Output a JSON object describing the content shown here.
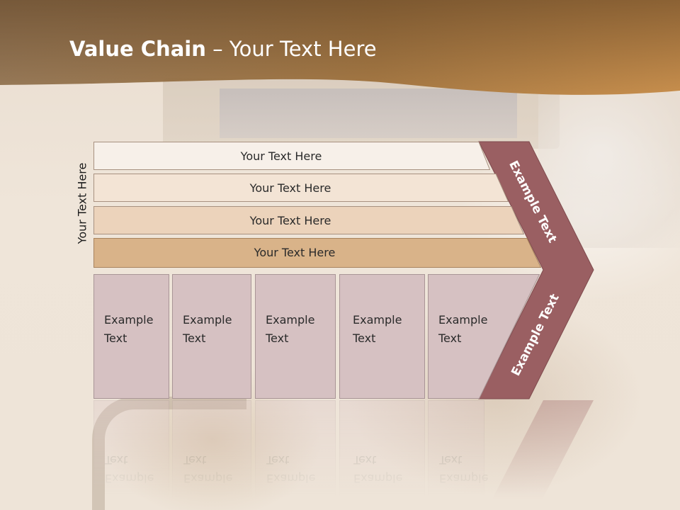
{
  "slide": {
    "title_bold": "Value Chain",
    "title_rest": " – Your Text Here",
    "side_label": "Your Text Here"
  },
  "rows": [
    {
      "label": "Your Text Here",
      "fill": "#f7f0e9",
      "stroke": "#a89180"
    },
    {
      "label": "Your Text Here",
      "fill": "#f3e4d5",
      "stroke": "#a89180"
    },
    {
      "label": "Your Text Here",
      "fill": "#ecd3bb",
      "stroke": "#a89180"
    },
    {
      "label": "Your Text Here",
      "fill": "#d9b389",
      "stroke": "#a8835e"
    }
  ],
  "boxes": [
    {
      "line1": "Example",
      "line2": "Text"
    },
    {
      "line1": "Example",
      "line2": "Text"
    },
    {
      "line1": "Example",
      "line2": "Text"
    },
    {
      "line1": "Example",
      "line2": "Text"
    },
    {
      "line1": "Example",
      "line2": "Text"
    }
  ],
  "chevron": {
    "upper_text": "Example Text",
    "lower_text": "Example Text",
    "color": "#9a5f62"
  },
  "colors": {
    "header_start": "#7a5632",
    "header_end": "#c48d4f",
    "box_fill": "#d6c1c2",
    "box_stroke": "#a99596"
  }
}
